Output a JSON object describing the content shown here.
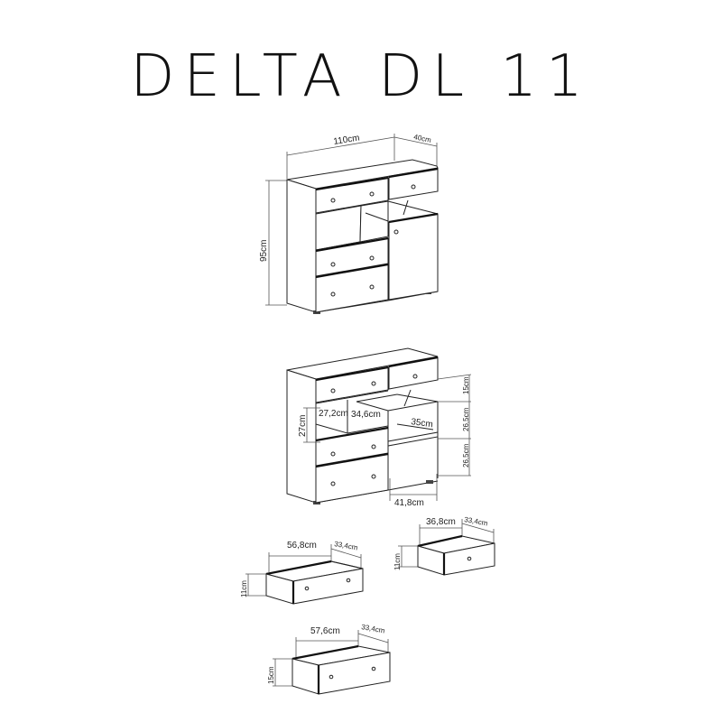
{
  "title": "DELTA DL 11",
  "views": {
    "closed": {
      "width_label": "110cm",
      "depth_label": "40cm",
      "height_label": "95cm"
    },
    "open": {
      "drawer_space_height": "27cm",
      "inner_width_left": "27,2cm",
      "inner_width_mid": "34,6cm",
      "shelf_depth": "35cm",
      "top_gap": "15cm",
      "shelf_height_upper": "26,5cm",
      "shelf_height_lower": "26,5cm",
      "compartment_width": "41,8cm"
    },
    "drawers": [
      {
        "name": "drawer-small-wide",
        "width": "56,8cm",
        "depth": "33,4cm",
        "height": "11cm"
      },
      {
        "name": "drawer-small-narrow",
        "width": "36,8cm",
        "depth": "33,4cm",
        "height": "11cm"
      },
      {
        "name": "drawer-large",
        "width": "57,6cm",
        "depth": "33,4cm",
        "height": "15cm"
      }
    ]
  }
}
